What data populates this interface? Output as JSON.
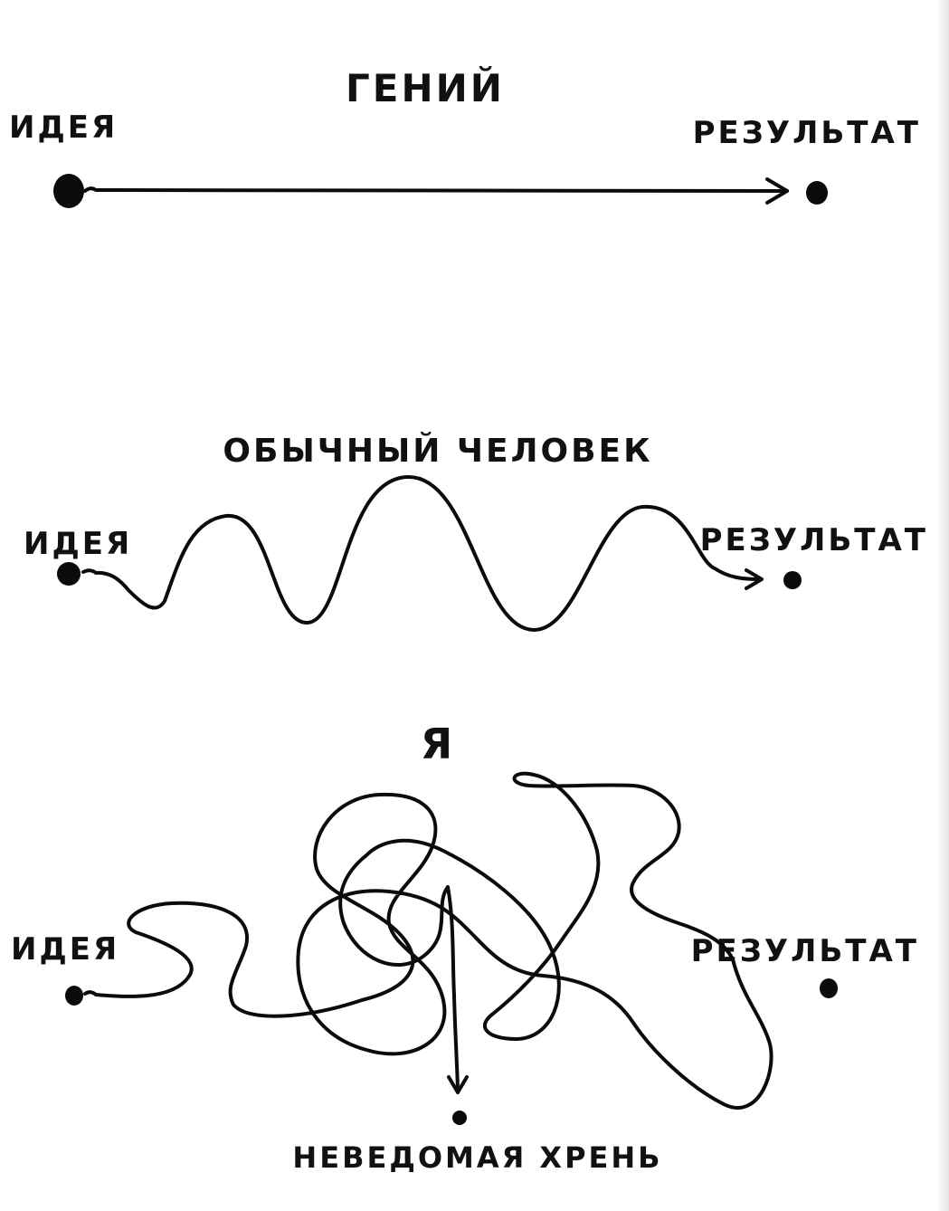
{
  "panels": {
    "genius": {
      "title": "ГЕНИЙ",
      "start_label": "ИДЕЯ",
      "end_label": "РЕЗУЛЬТАТ"
    },
    "ordinary": {
      "title": "ОБЫЧНЫЙ ЧЕЛОВЕК",
      "start_label": "ИДЕЯ",
      "end_label": "РЕЗУЛЬТАТ"
    },
    "me": {
      "title": "Я",
      "start_label": "ИДЕЯ",
      "end_label": "РЕЗУЛЬТАТ",
      "outcome_label": "НЕВЕДОМАЯ ХРЕНЬ"
    }
  },
  "colors": {
    "ink": "#0b0b0b",
    "paper": "#ffffff"
  }
}
